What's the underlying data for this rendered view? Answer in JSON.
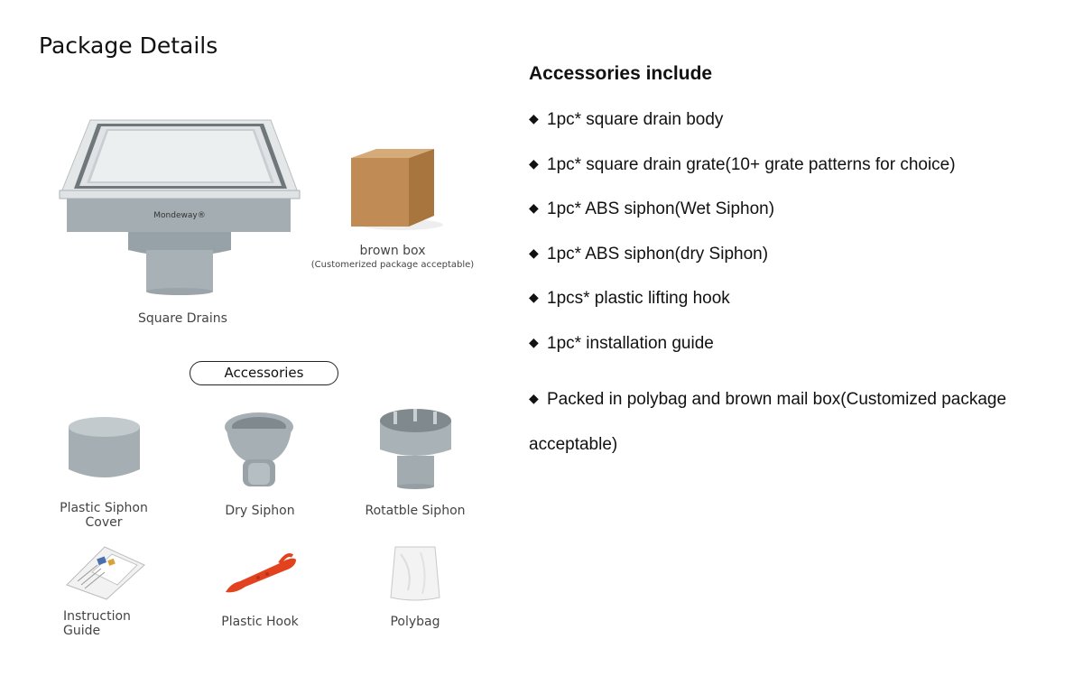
{
  "page": {
    "title": "Package Details"
  },
  "product": {
    "brand": "Mondeway®",
    "caption": "Square Drains",
    "box_caption": "brown box",
    "box_sub": "(Customerized package acceptable)"
  },
  "accessories": {
    "pill": "Accessories",
    "items": [
      {
        "label": "Plastic Siphon Cover",
        "icon": "siphon-cover-icon"
      },
      {
        "label": "Dry Siphon",
        "icon": "dry-siphon-icon"
      },
      {
        "label": "Rotatble Siphon",
        "icon": "rotatable-siphon-icon"
      },
      {
        "label": "Instruction Guide",
        "icon": "instruction-guide-icon"
      },
      {
        "label": "Plastic Hook",
        "icon": "plastic-hook-icon"
      },
      {
        "label": "Polybag",
        "icon": "polybag-icon"
      }
    ]
  },
  "includes": {
    "title": "Accessories include",
    "bullet": "◆",
    "items": [
      "1pc* square drain body",
      "1pc* square drain grate(10+ grate patterns for choice)",
      "1pc* ABS siphon(Wet Siphon)",
      "1pc* ABS siphon(dry Siphon)",
      "1pcs* plastic lifting hook",
      "1pc* installation guide",
      "Packed in polybag and brown mail box(Customized package acceptable)"
    ]
  },
  "colors": {
    "gray_plastic": "#a9b2b6",
    "box": "#c89a65",
    "hook": "#e2431e"
  }
}
